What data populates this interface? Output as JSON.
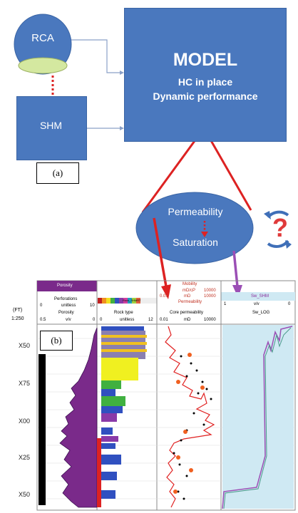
{
  "rca": {
    "label": "RCA"
  },
  "shm": {
    "label": "SHM"
  },
  "model": {
    "title": "MODEL",
    "line1": "HC in place",
    "line2": "Dynamic performance"
  },
  "panel_a": {
    "label": "(a)"
  },
  "panel_b": {
    "label": "(b)"
  },
  "oval": {
    "line1": "Permeability",
    "line2": "Saturation"
  },
  "question": {
    "label": "?"
  },
  "log_header": {
    "ft": "(FT)",
    "scale": "1:250",
    "porosity_fill": "Porosity",
    "perforations": "Perforations",
    "por_min": "0",
    "por_unit": "unitless",
    "por_max": "10",
    "porosity": "Porosity",
    "porosity_range_min": "0.5",
    "porosity_range_unit": "v/v",
    "porosity_range_max": "0",
    "rock_type": "Rock type",
    "rock_min": "0",
    "rock_unit": "unitless",
    "rock_max": "12",
    "rock_colors_tag": "Rock_SHMRT",
    "mobility": "Mobility",
    "mobility_unit": "mD/cP",
    "mobility_max": "10000",
    "perm_min": "0.01",
    "perm_unit": "mD",
    "perm_max": "10000",
    "permeability": "Permeability",
    "core_perm": "Core permeability",
    "core_min": "0.01",
    "core_unit": "mD",
    "core_max": "10000",
    "sw_shm": "Sw_SHM",
    "sw_min": "1",
    "sw_unit": "v/v",
    "sw_max": "0",
    "sw_log": "Sw_LOG"
  },
  "depths": [
    "X50",
    "X75",
    "X00",
    "X25",
    "X50"
  ],
  "colors": {
    "box": "#4a78be",
    "ellipse_fill": "#d4e8a0",
    "red": "#dd2222",
    "purple": "#9b4fb5",
    "porosity": "#7a2a8a",
    "sw_fill": "#cfe9f3"
  }
}
